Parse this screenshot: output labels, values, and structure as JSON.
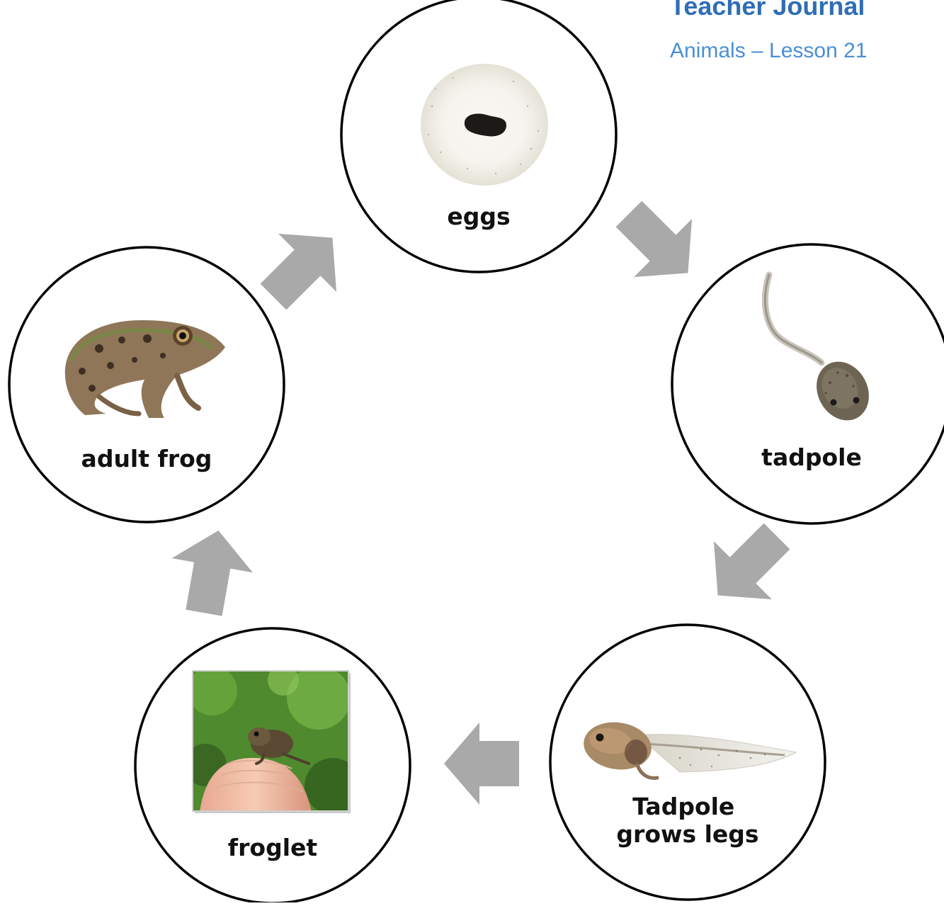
{
  "header": {
    "title": "Teacher Journal",
    "subtitle": "Animals – Lesson 21",
    "title_color": "#2F6EB5",
    "subtitle_color": "#4A8FD6"
  },
  "colors": {
    "arrow": "#A9A9A9",
    "circle_stroke": "#000000",
    "background": "#FFFFFF"
  },
  "stages": [
    {
      "id": "eggs",
      "label_lines": [
        "eggs"
      ],
      "icon": "frog-egg-icon"
    },
    {
      "id": "tadpole",
      "label_lines": [
        "tadpole"
      ],
      "icon": "tadpole-icon"
    },
    {
      "id": "tadpole-legs",
      "label_lines": [
        "Tadpole",
        "grows legs"
      ],
      "icon": "tadpole-with-legs-icon"
    },
    {
      "id": "froglet",
      "label_lines": [
        "froglet"
      ],
      "icon": "froglet-on-finger-photo"
    },
    {
      "id": "adult-frog",
      "label_lines": [
        "adult frog"
      ],
      "icon": "adult-frog-icon"
    }
  ],
  "arrows": [
    {
      "from": "eggs",
      "to": "tadpole"
    },
    {
      "from": "tadpole",
      "to": "tadpole-legs"
    },
    {
      "from": "tadpole-legs",
      "to": "froglet"
    },
    {
      "from": "froglet",
      "to": "adult-frog"
    },
    {
      "from": "adult-frog",
      "to": "eggs"
    }
  ]
}
